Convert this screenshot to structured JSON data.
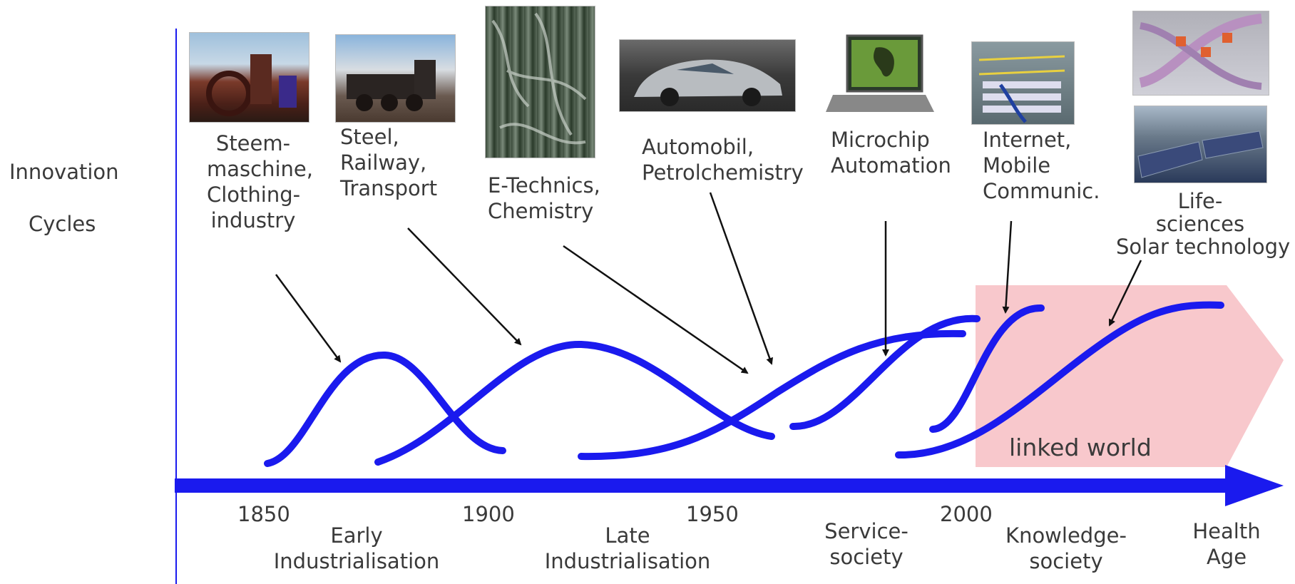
{
  "title": {
    "line1": "Innovation",
    "line2": "Cycles"
  },
  "timeline": {
    "years": [
      "1850",
      "1900",
      "1950",
      "2000"
    ],
    "ages": [
      {
        "line1": "Early",
        "line2": "Industrialisation"
      },
      {
        "line1": "Late",
        "line2": "Industrialisation"
      },
      {
        "line1": "Service-",
        "line2": "society"
      },
      {
        "line1": "Knowledge-",
        "line2": "society"
      },
      {
        "line1": "Health",
        "line2": "Age"
      }
    ]
  },
  "region_label": "linked world",
  "cycles": [
    {
      "lines": [
        "Steem-",
        "maschine,",
        "Clothing-",
        "industry"
      ],
      "image": "steam-engine-photo"
    },
    {
      "lines": [
        "Steel,",
        "Railway,",
        "Transport"
      ],
      "image": "locomotive-photo"
    },
    {
      "lines": [
        "E-Technics,",
        "Chemistry"
      ],
      "image": "chemical-pipes-photo"
    },
    {
      "lines": [
        "Automobil,",
        "Petrolchemistry"
      ],
      "image": "car-photo"
    },
    {
      "lines": [
        "Microchip",
        "Automation"
      ],
      "image": "laptop-photo"
    },
    {
      "lines": [
        "Internet,",
        "Mobile",
        "Communic."
      ],
      "image": "network-cables-photo"
    },
    {
      "lines": [
        "Life-",
        "sciences",
        "Solar technology"
      ],
      "image": "dna-and-solar-photos"
    }
  ],
  "colors": {
    "curve": "#1a1aee",
    "axis": "#1a1aee",
    "linked_world": "#f8c8cc",
    "arrow": "#111111"
  }
}
